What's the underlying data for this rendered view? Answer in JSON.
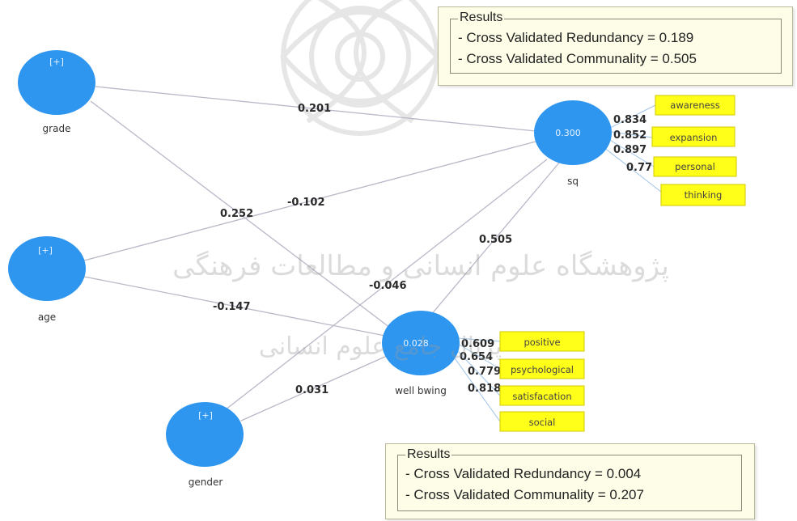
{
  "nodes": {
    "grade": {
      "label": "grade",
      "marker": "[+]"
    },
    "age": {
      "label": "age",
      "marker": "[+]"
    },
    "gender": {
      "label": "gender",
      "marker": "[+]"
    },
    "sq": {
      "label": "sq",
      "value": "0.300"
    },
    "wb": {
      "label": "well bwing",
      "value": "0.028"
    }
  },
  "paths": {
    "grade_sq": "0.201",
    "grade_wb": "0.252",
    "age_sq": "-0.102",
    "age_wb": "-0.147",
    "gender_sq": "-0.046",
    "gender_wb": "0.031",
    "wb_sq": "0.505"
  },
  "sq_indicators": [
    {
      "name": "awareness",
      "loading": "0.834"
    },
    {
      "name": "expansion",
      "loading": "0.852"
    },
    {
      "name": "personal",
      "loading": "0.897"
    },
    {
      "name": "thinking",
      "loading": "0.77"
    }
  ],
  "wb_indicators": [
    {
      "name": "positive",
      "loading": "0.609"
    },
    {
      "name": "psychological",
      "loading": "0.654"
    },
    {
      "name": "satisfacation",
      "loading": "0.779"
    },
    {
      "name": "social",
      "loading": "0.818"
    }
  ],
  "results_sq": {
    "title": "Results",
    "redundancy": "- Cross Validated Redundancy = 0.189",
    "communality": "- Cross Validated Communality = 0.505"
  },
  "results_wb": {
    "title": "Results",
    "redundancy": "- Cross Validated Redundancy = 0.004",
    "communality": "- Cross Validated Communality = 0.207"
  },
  "colors": {
    "construct_fill": "#2f96f0",
    "indicator_fill": "#ffff1a",
    "indicator_border": "#d6c800",
    "path_line": "#b8b8c8",
    "results_bg": "#fdfde8"
  }
}
